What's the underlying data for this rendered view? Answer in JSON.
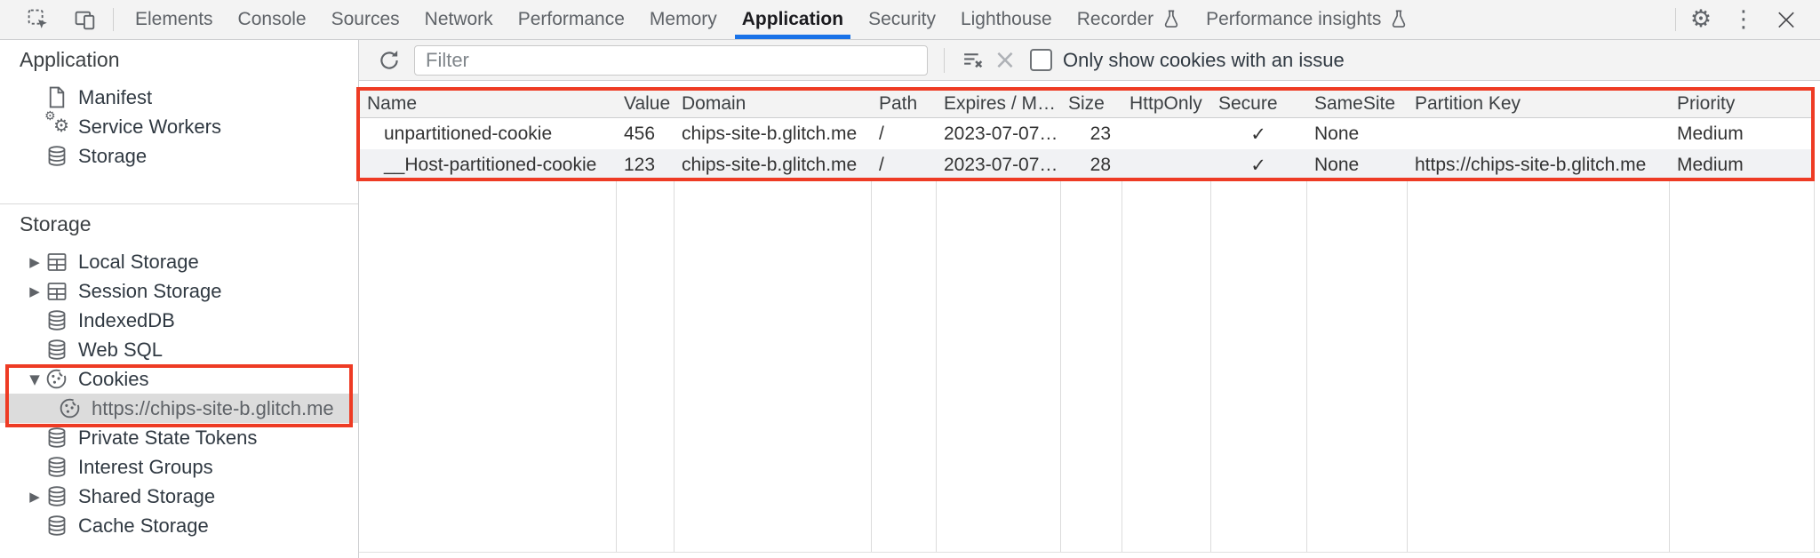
{
  "window": {
    "tabs": [
      "Elements",
      "Console",
      "Sources",
      "Network",
      "Performance",
      "Memory",
      "Application",
      "Security",
      "Lighthouse",
      "Recorder",
      "Performance insights"
    ],
    "selected_tab": "Application"
  },
  "toolbar": {
    "filter_placeholder": "Filter",
    "only_issue_label": "Only show cookies with an issue"
  },
  "sidebar": {
    "app_section_title": "Application",
    "app_items": [
      "Manifest",
      "Service Workers",
      "Storage"
    ],
    "storage_section_title": "Storage",
    "storage_items": [
      "Local Storage",
      "Session Storage",
      "IndexedDB",
      "Web SQL",
      "Cookies",
      "https://chips-site-b.glitch.me",
      "Private State Tokens",
      "Interest Groups",
      "Shared Storage",
      "Cache Storage"
    ],
    "selected_item": "https://chips-site-b.glitch.me"
  },
  "cookie_table": {
    "columns": [
      "Name",
      "Value",
      "Domain",
      "Path",
      "Expires / M…",
      "Size",
      "HttpOnly",
      "Secure",
      "SameSite",
      "Partition Key",
      "Priority"
    ],
    "rows": [
      {
        "name": "unpartitioned-cookie",
        "value": "456",
        "domain": "chips-site-b.glitch.me",
        "path": "/",
        "expires": "2023-07-07…",
        "size": "23",
        "httponly": "",
        "secure": "✓",
        "samesite": "None",
        "partition_key": "",
        "priority": "Medium"
      },
      {
        "name": "__Host-partitioned-cookie",
        "value": "123",
        "domain": "chips-site-b.glitch.me",
        "path": "/",
        "expires": "2023-07-07…",
        "size": "28",
        "httponly": "",
        "secure": "✓",
        "samesite": "None",
        "partition_key": "https://chips-site-b.glitch.me",
        "priority": "Medium"
      }
    ]
  },
  "colors": {
    "accent": "#1a73e8",
    "highlight_red": "#ee3b24",
    "selected_bg": "#dcdcdc"
  }
}
